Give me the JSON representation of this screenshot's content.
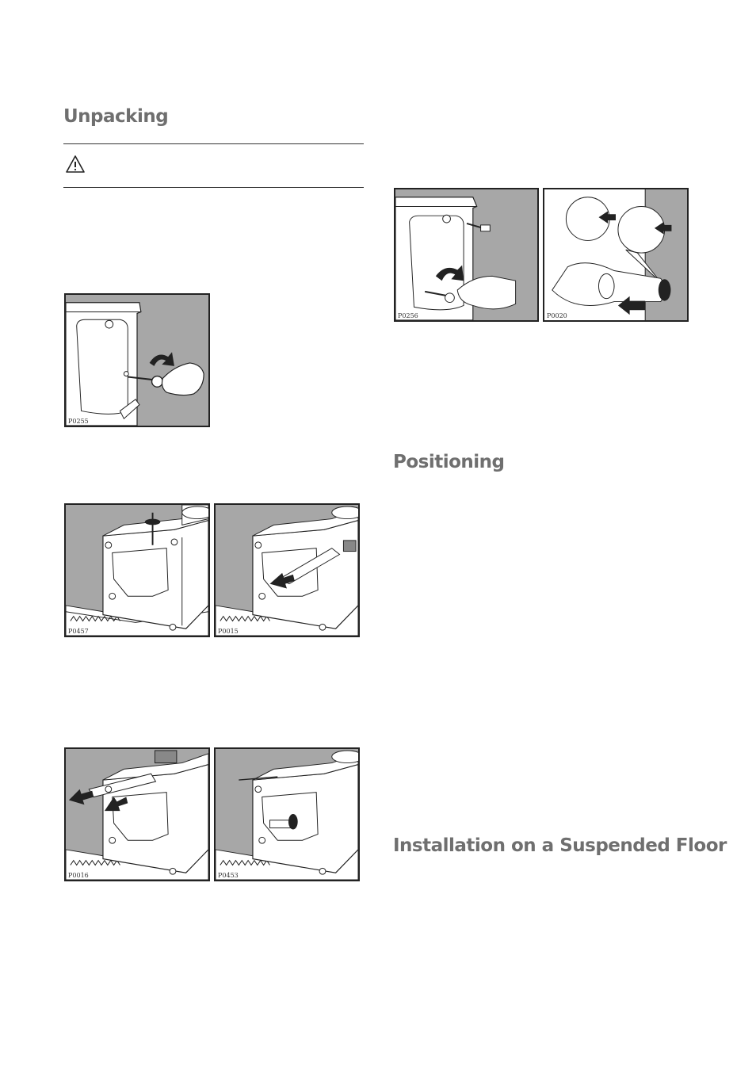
{
  "headings": {
    "unpacking": "Unpacking",
    "positioning": "Positioning",
    "suspended_floor": "Installation on a Suspended Floor"
  },
  "warning": {
    "icon": "warning-triangle-icon"
  },
  "figures": [
    {
      "code": "P0255"
    },
    {
      "code": "P0457"
    },
    {
      "code": "P0015"
    },
    {
      "code": "P0016"
    },
    {
      "code": "P0453"
    },
    {
      "code": "P0256"
    },
    {
      "code": "P0020"
    }
  ]
}
